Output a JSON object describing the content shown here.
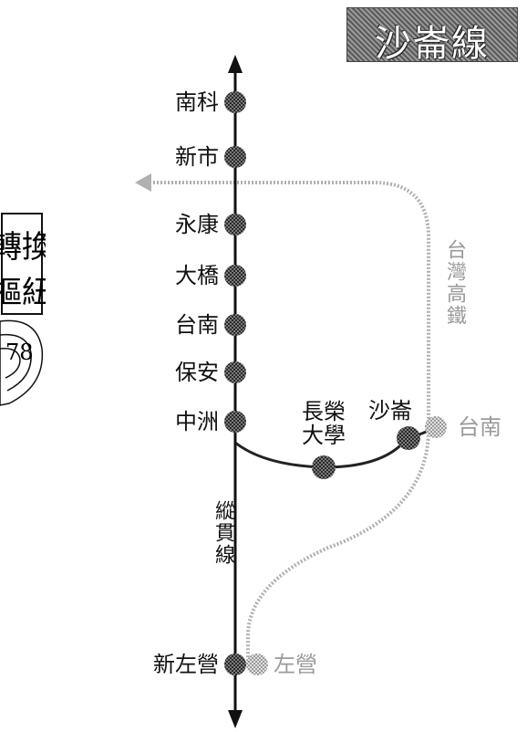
{
  "title": "沙崙線",
  "main_line": {
    "label": "縱貫線",
    "stations": [
      "南科",
      "新市",
      "永康",
      "大橋",
      "台南",
      "保安",
      "中洲",
      "新左營"
    ]
  },
  "shalun_line": {
    "stations": [
      "長榮大學",
      "沙崙"
    ],
    "station_1_line1": "長榮",
    "station_1_line2": "大學"
  },
  "hsr": {
    "label": "台灣高鐵",
    "stations": [
      "台南",
      "左營"
    ]
  },
  "side_decoration": {
    "text_line1": "轉換",
    "text_line2": "樞紐",
    "number": "78"
  },
  "colors": {
    "rail_line": "#111111",
    "station_dot": "#4a4a4a",
    "hsr_line": "#a8a8a8",
    "hsr_dot": "#bdbdbd"
  }
}
